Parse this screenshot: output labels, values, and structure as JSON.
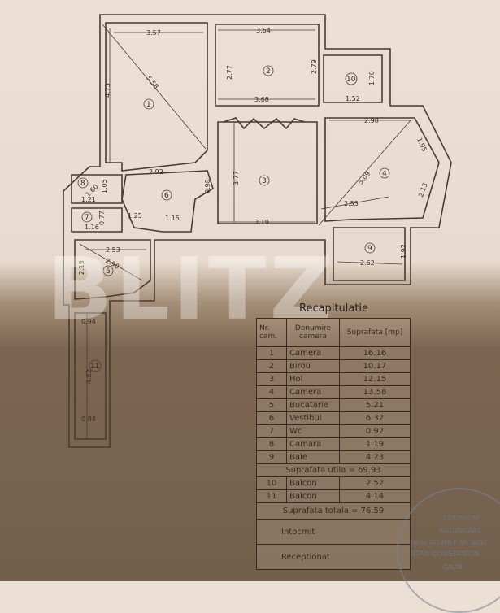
{
  "plan": {
    "rooms": [
      "1",
      "2",
      "3",
      "4",
      "5",
      "6",
      "7",
      "8",
      "9",
      "10",
      "11"
    ],
    "dimensions": {
      "r1_width": "3.57",
      "r1_height": "4.73",
      "r1_diag": "5.58",
      "r2_top": "3.64",
      "r2_left": "2.77",
      "r2_right": "2.79",
      "r2_bottom": "3.68",
      "r10_height": "1.70",
      "r10_width": "1.52",
      "r3_height": "3.77",
      "r3_width": "3.19",
      "r4_top": "2.98",
      "r4_side1": "1.95",
      "r4_side2": "2.13",
      "r4_diag": "5.09",
      "r4_bottom": "2.53",
      "r6_width": "2.92",
      "r6_door": "0.98",
      "r6_a": "1.25",
      "r6_b": "1.15",
      "r8_diag": "1.60",
      "r8_h": "1.05",
      "r8_w": "1.21",
      "r7_h": "0.77",
      "r7_w": "1.16",
      "r5_width": "2.53",
      "r5_diag": "2.90",
      "r5_height": "2.15",
      "r9_width": "2.62",
      "r9_height": "1.92",
      "r11_top": "0.94",
      "r11_height": "4.82",
      "r11_bottom": "0.84"
    }
  },
  "watermark": "BLITZ",
  "recap": {
    "title": "Recapitulatie",
    "headers": [
      "Nr. cam.",
      "Denumire camera",
      "Suprafata [mp]"
    ],
    "rows": [
      {
        "nr": "1",
        "name": "Camera",
        "area": "16.16"
      },
      {
        "nr": "2",
        "name": "Birou",
        "area": "10.17"
      },
      {
        "nr": "3",
        "name": "Hol",
        "area": "12.15"
      },
      {
        "nr": "4",
        "name": "Camera",
        "area": "13.58"
      },
      {
        "nr": "5",
        "name": "Bucatarie",
        "area": "5.21"
      },
      {
        "nr": "6",
        "name": "Vestibul",
        "area": "6.32"
      },
      {
        "nr": "7",
        "name": "Wc",
        "area": "0.92"
      },
      {
        "nr": "8",
        "name": "Camara",
        "area": "1.19"
      },
      {
        "nr": "9",
        "name": "Baie",
        "area": "4.23"
      }
    ],
    "utila": "Suprafata utila = 69.93",
    "balcony_rows": [
      {
        "nr": "10",
        "name": "Balcon",
        "area": "2.52"
      },
      {
        "nr": "11",
        "name": "Balcon",
        "area": "4.14"
      }
    ],
    "totala": "Suprafata totala = 76.59",
    "intocmit": "Intocmit",
    "receptionat": "Receptionat"
  },
  "stamp": {
    "line1": "CERTIFICAT",
    "line2": "AUTORIZARE",
    "line3": "Seria RO-MB-F Nr. 0032",
    "line4": "STAN CONSTANTIN",
    "line5": "CALIN"
  }
}
